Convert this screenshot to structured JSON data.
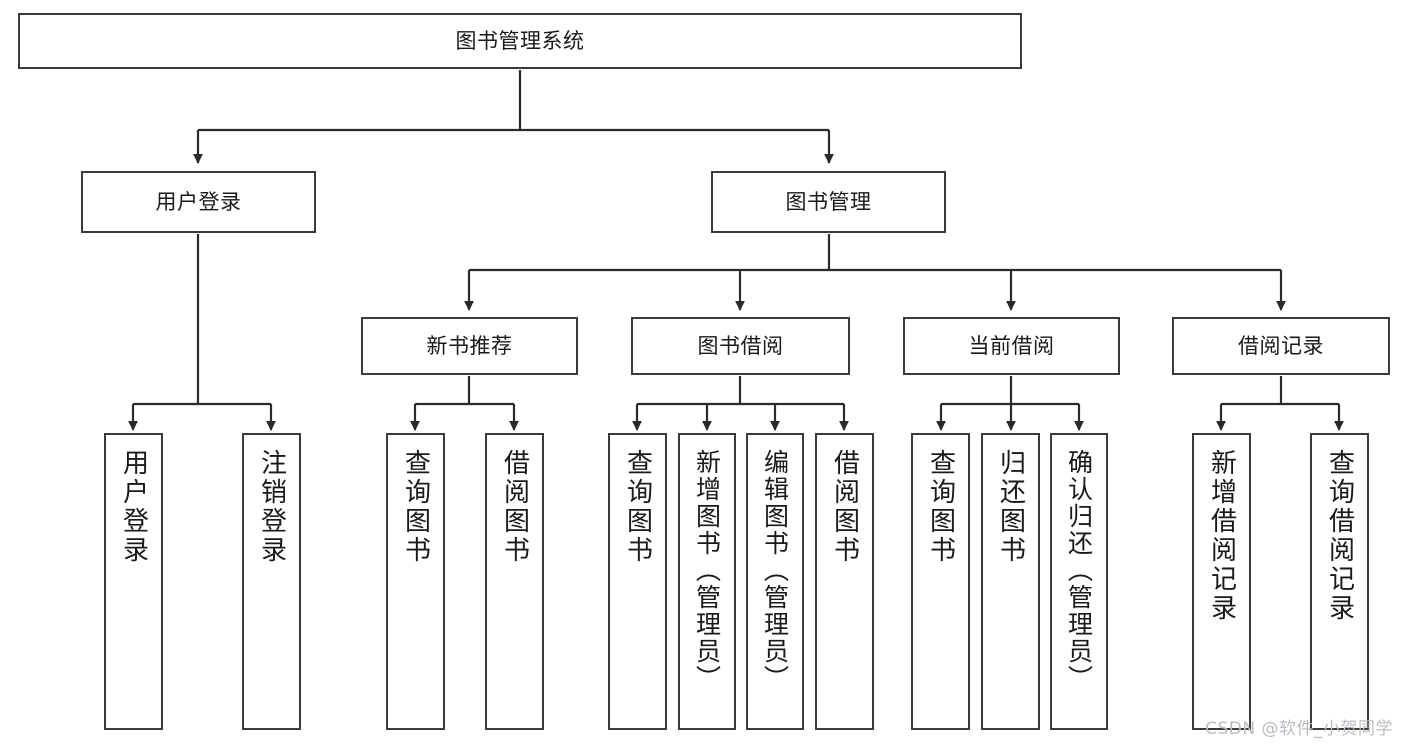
{
  "diagram": {
    "title": "图书管理系统",
    "watermark": "CSDN @软件_小贺同学",
    "colors": {
      "box_border": "#3b3b3b",
      "box_fill": "#ffffff",
      "connector": "#2b2b2b",
      "text": "#1a1a1a",
      "watermark": "#b9bcc2",
      "background": "#ffffff"
    }
  },
  "nodes": {
    "root": {
      "label": "图书管理系统"
    },
    "level2": [
      {
        "id": "user-login",
        "label": "用户登录"
      },
      {
        "id": "book-management",
        "label": "图书管理"
      }
    ],
    "level3": [
      {
        "id": "new-book-recommend",
        "label": "新书推荐"
      },
      {
        "id": "book-borrow",
        "label": "图书借阅"
      },
      {
        "id": "current-borrow",
        "label": "当前借阅"
      },
      {
        "id": "borrow-record",
        "label": "借阅记录"
      }
    ],
    "leaves": {
      "user_login": [
        {
          "id": "leaf-user-login",
          "label": "用户登录"
        },
        {
          "id": "leaf-logout-login",
          "label": "注销登录"
        }
      ],
      "new_book_recommend": [
        {
          "id": "leaf-query-book-1",
          "label": "查询图书"
        },
        {
          "id": "leaf-borrow-book-1",
          "label": "借阅图书"
        }
      ],
      "book_borrow": [
        {
          "id": "leaf-query-book-2",
          "label": "查询图书"
        },
        {
          "id": "leaf-add-book",
          "label": "新增图书（管理员）"
        },
        {
          "id": "leaf-edit-book",
          "label": "编辑图书（管理员）"
        },
        {
          "id": "leaf-borrow-book-2",
          "label": "借阅图书"
        }
      ],
      "current_borrow": [
        {
          "id": "leaf-query-book-3",
          "label": "查询图书"
        },
        {
          "id": "leaf-return-book",
          "label": "归还图书"
        },
        {
          "id": "leaf-confirm-return",
          "label": "确认归还（管理员）"
        }
      ],
      "borrow_record": [
        {
          "id": "leaf-add-record",
          "label": "新增借阅记录"
        },
        {
          "id": "leaf-query-record",
          "label": "查询借阅记录"
        }
      ]
    }
  }
}
